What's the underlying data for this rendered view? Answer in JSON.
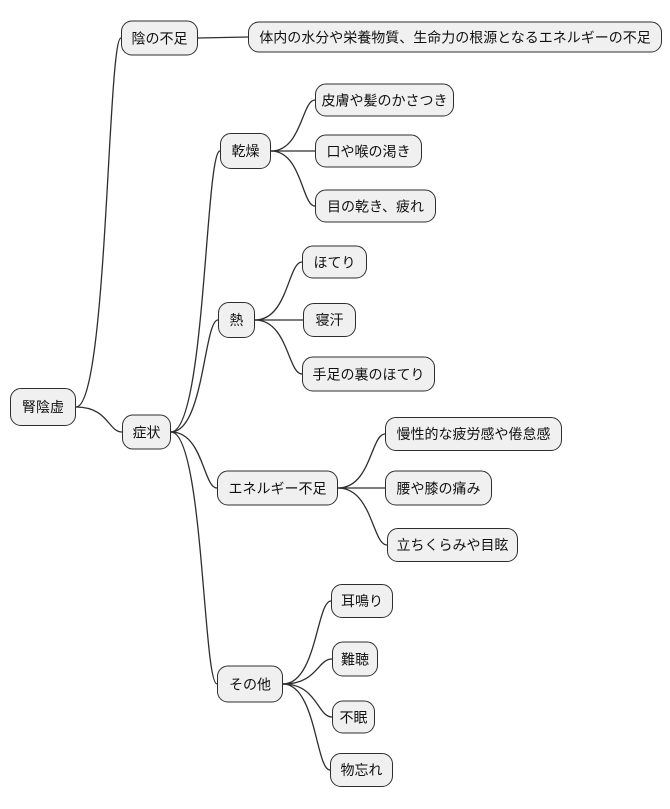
{
  "colors": {
    "background": "#ffffff",
    "node_fill": "#f0f0f0",
    "node_border": "#2e2e2e",
    "edge": "#2e2e2e",
    "text": "#111111"
  },
  "mindmap": {
    "nodes": {
      "root": {
        "label": "腎陰虚"
      },
      "yin": {
        "label": "陰の不足"
      },
      "yin_desc": {
        "label": "体内の水分や栄養物質、生命力の根源となるエネルギーの不足"
      },
      "symptoms": {
        "label": "症状"
      },
      "dry": {
        "label": "乾燥"
      },
      "dry_skin": {
        "label": "皮膚や髪のかさつき"
      },
      "dry_mouth": {
        "label": "口や喉の渇き"
      },
      "dry_eyes": {
        "label": "目の乾き、疲れ"
      },
      "heat": {
        "label": "熱"
      },
      "heat_flush": {
        "label": "ほてり"
      },
      "heat_sweat": {
        "label": "寝汗"
      },
      "heat_soles": {
        "label": "手足の裏のほてり"
      },
      "energy": {
        "label": "エネルギー不足"
      },
      "energy_fatigue": {
        "label": "慢性的な疲労感や倦怠感"
      },
      "energy_pain": {
        "label": "腰や膝の痛み"
      },
      "energy_dizzy": {
        "label": "立ちくらみや目眩"
      },
      "other": {
        "label": "その他"
      },
      "other_tinnitus": {
        "label": "耳鳴り"
      },
      "other_hearing": {
        "label": "難聴"
      },
      "other_insomnia": {
        "label": "不眠"
      },
      "other_memory": {
        "label": "物忘れ"
      }
    },
    "edges": [
      [
        "root",
        "yin"
      ],
      [
        "yin",
        "yin_desc"
      ],
      [
        "root",
        "symptoms"
      ],
      [
        "symptoms",
        "dry"
      ],
      [
        "dry",
        "dry_skin"
      ],
      [
        "dry",
        "dry_mouth"
      ],
      [
        "dry",
        "dry_eyes"
      ],
      [
        "symptoms",
        "heat"
      ],
      [
        "heat",
        "heat_flush"
      ],
      [
        "heat",
        "heat_sweat"
      ],
      [
        "heat",
        "heat_soles"
      ],
      [
        "symptoms",
        "energy"
      ],
      [
        "energy",
        "energy_fatigue"
      ],
      [
        "energy",
        "energy_pain"
      ],
      [
        "energy",
        "energy_dizzy"
      ],
      [
        "symptoms",
        "other"
      ],
      [
        "other",
        "other_tinnitus"
      ],
      [
        "other",
        "other_hearing"
      ],
      [
        "other",
        "other_insomnia"
      ],
      [
        "other",
        "other_memory"
      ]
    ]
  }
}
